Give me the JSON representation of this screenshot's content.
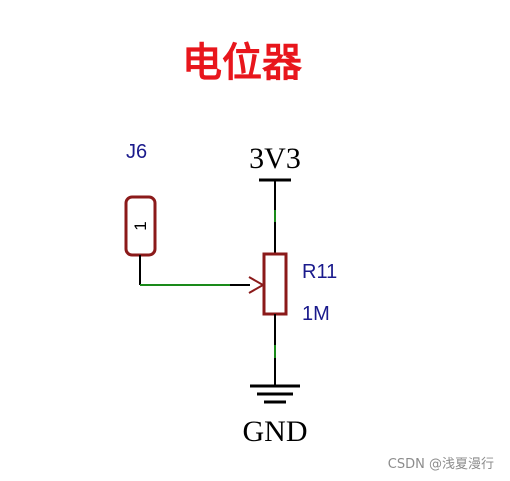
{
  "title": "电位器",
  "connector": {
    "ref": "J6",
    "pin": "1"
  },
  "power": {
    "label": "3V3"
  },
  "resistor": {
    "ref": "R11",
    "value": "1M"
  },
  "ground": {
    "label": "GND"
  },
  "watermark": "CSDN @浅夏漫行",
  "colors": {
    "title": "#e8161c",
    "component": "#8b1a1a",
    "wire": "#000000",
    "net": "#1a8a1a",
    "label_blue": "#1a1a8c",
    "label_black": "#000000",
    "watermark": "#8c8c8c"
  }
}
